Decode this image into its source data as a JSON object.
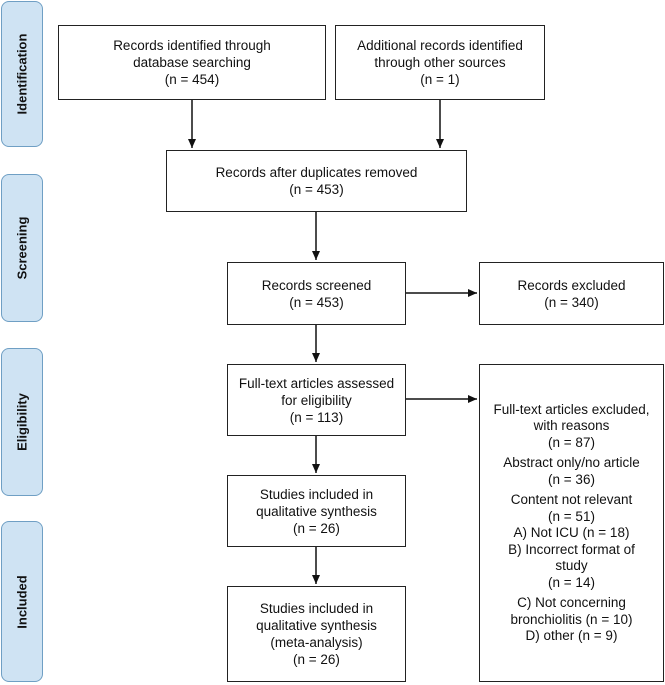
{
  "phases": {
    "identification": "Identification",
    "screening": "Screening",
    "eligibility": "Eligibility",
    "included": "Included"
  },
  "boxes": {
    "database": {
      "lines": [
        "Records identified through",
        "database searching",
        "(n = 454)"
      ]
    },
    "other_sources": {
      "lines": [
        "Additional records identified",
        "through other sources",
        "(n = 1)"
      ]
    },
    "duplicates_removed": {
      "lines": [
        "Records after duplicates removed",
        "(n = 453)"
      ]
    },
    "screened": {
      "lines": [
        "Records screened",
        "(n = 453)"
      ]
    },
    "excluded": {
      "lines": [
        "Records excluded",
        "(n = 340)"
      ]
    },
    "fulltext_assessed": {
      "lines": [
        "Full-text articles assessed",
        "for eligibility",
        "(n = 113)"
      ]
    },
    "fulltext_excluded": {
      "lines": [
        "Full-text articles excluded,",
        "with reasons",
        "(n = 87)",
        "Abstract only/no article",
        "(n = 36)",
        "Content not relevant",
        "(n = 51)",
        "A) Not ICU (n = 18)",
        "B) Incorrect format of",
        "study",
        "(n = 14)",
        "C) Not concerning",
        "bronchiolitis (n = 10)",
        "D) other (n = 9)"
      ]
    },
    "qualitative": {
      "lines": [
        "Studies included in",
        "qualitative synthesis",
        "(n = 26)"
      ]
    },
    "meta_analysis": {
      "lines": [
        "Studies included in",
        "qualitative synthesis",
        "(meta-analysis)",
        "(n = 26)"
      ]
    }
  }
}
